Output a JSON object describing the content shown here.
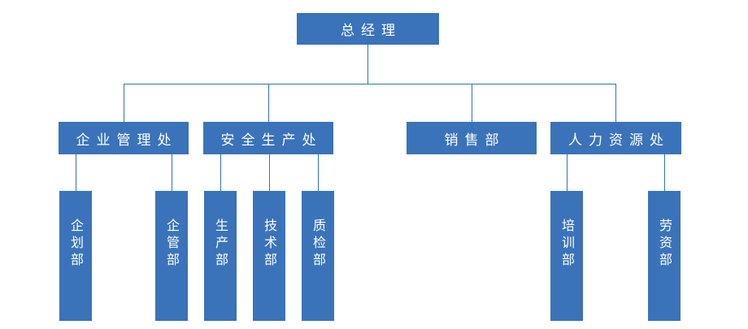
{
  "diagram": {
    "type": "org-chart",
    "colors": {
      "node_fill": "#3A73B9",
      "connector": "#2E74B5",
      "node_text": "#FFFFFF",
      "background": "#FFFFFF"
    },
    "root": {
      "label": "总经理"
    },
    "departments": [
      {
        "label": "企业管理处",
        "children": [
          {
            "label": "企划部"
          },
          {
            "label": "企管部"
          }
        ]
      },
      {
        "label": "安全生产处",
        "children": [
          {
            "label": "生产部"
          },
          {
            "label": "技术部"
          },
          {
            "label": "质检部"
          }
        ]
      },
      {
        "label": "销售部",
        "children": []
      },
      {
        "label": "人力资源处",
        "children": [
          {
            "label": "培训部"
          },
          {
            "label": "劳资部"
          }
        ]
      }
    ]
  }
}
